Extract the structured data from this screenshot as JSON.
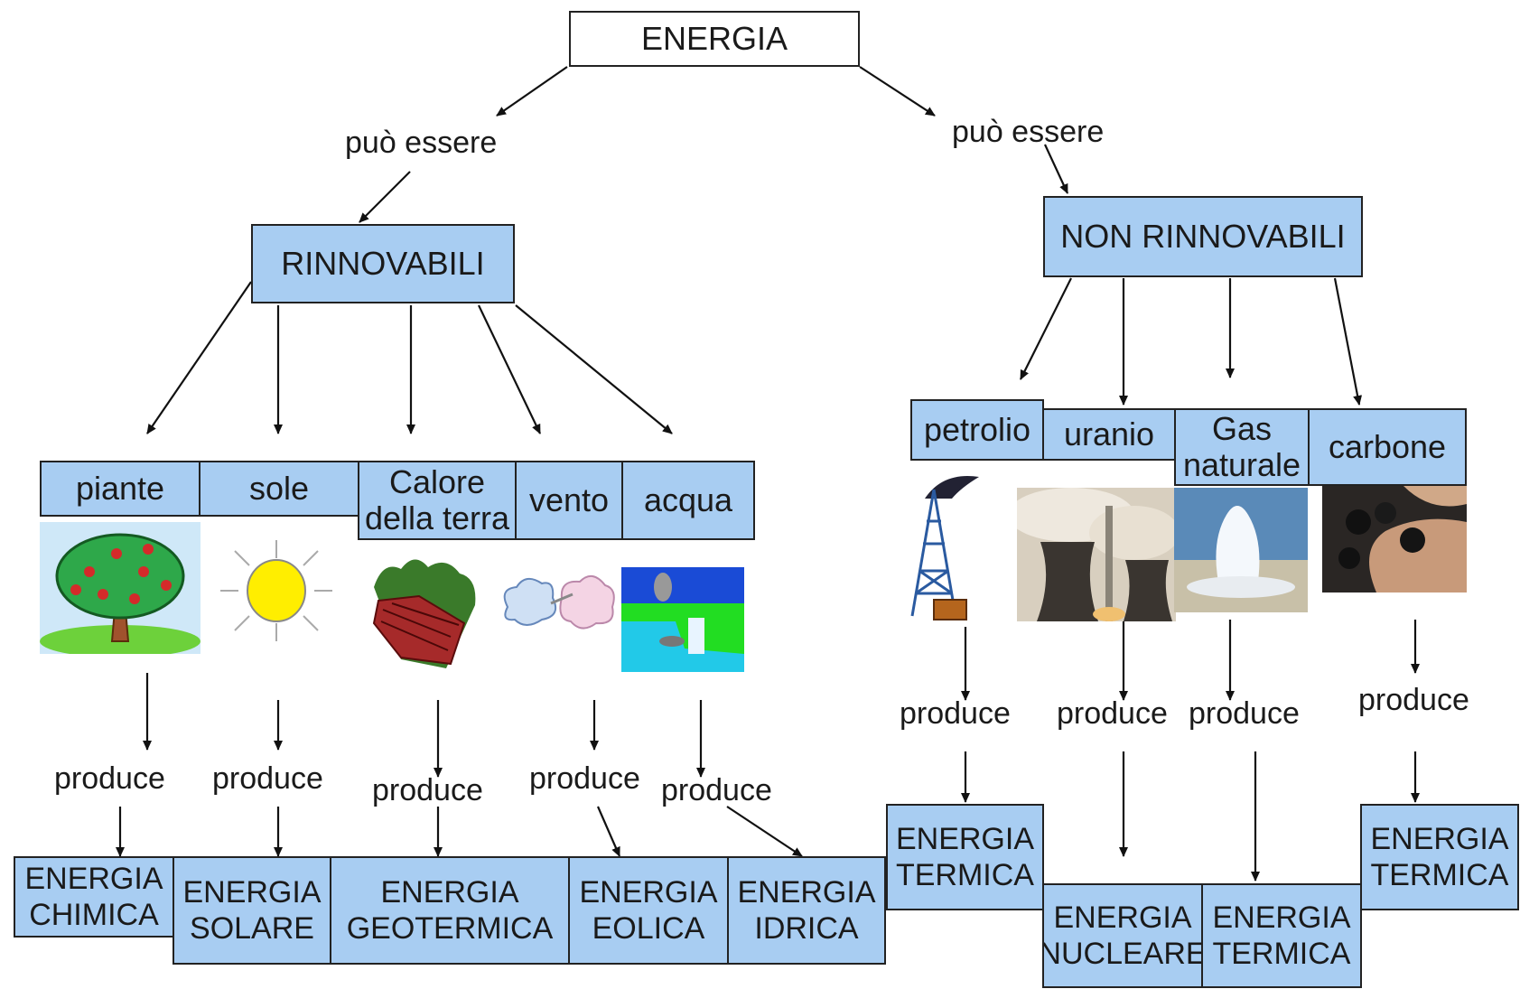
{
  "root": "ENERGIA",
  "relation_label": "può essere",
  "produce_label": "produce",
  "renewable": {
    "title": "RINNOVABILI",
    "sources": [
      {
        "name": "piante",
        "output": "ENERGIA\nCHIMICA",
        "icon": "tree-icon"
      },
      {
        "name": "sole",
        "output": "ENERGIA\nSOLARE",
        "icon": "sun-icon"
      },
      {
        "name": "Calore\ndella terra",
        "output": "ENERGIA\nGEOTERMICA",
        "icon": "lava-icon"
      },
      {
        "name": "vento",
        "output": "ENERGIA\nEOLICA",
        "icon": "wind-icon"
      },
      {
        "name": "acqua",
        "output": "ENERGIA\nIDRICA",
        "icon": "waterfall-icon"
      }
    ]
  },
  "non_renewable": {
    "title": "NON RINNOVABILI",
    "sources": [
      {
        "name": "petrolio",
        "output": "ENERGIA\nTERMICA",
        "icon": "oil-derrick-icon"
      },
      {
        "name": "uranio",
        "output": "ENERGIA\nNUCLEARE",
        "icon": "cooling-tower-icon"
      },
      {
        "name": "Gas\nnaturale",
        "output": "ENERGIA\nTERMICA",
        "icon": "gas-geyser-icon"
      },
      {
        "name": "carbone",
        "output": "ENERGIA\nTERMICA",
        "icon": "coal-icon"
      }
    ]
  },
  "colors": {
    "box_fill": "#a8cdf2",
    "border": "#222222",
    "line": "#111111"
  }
}
